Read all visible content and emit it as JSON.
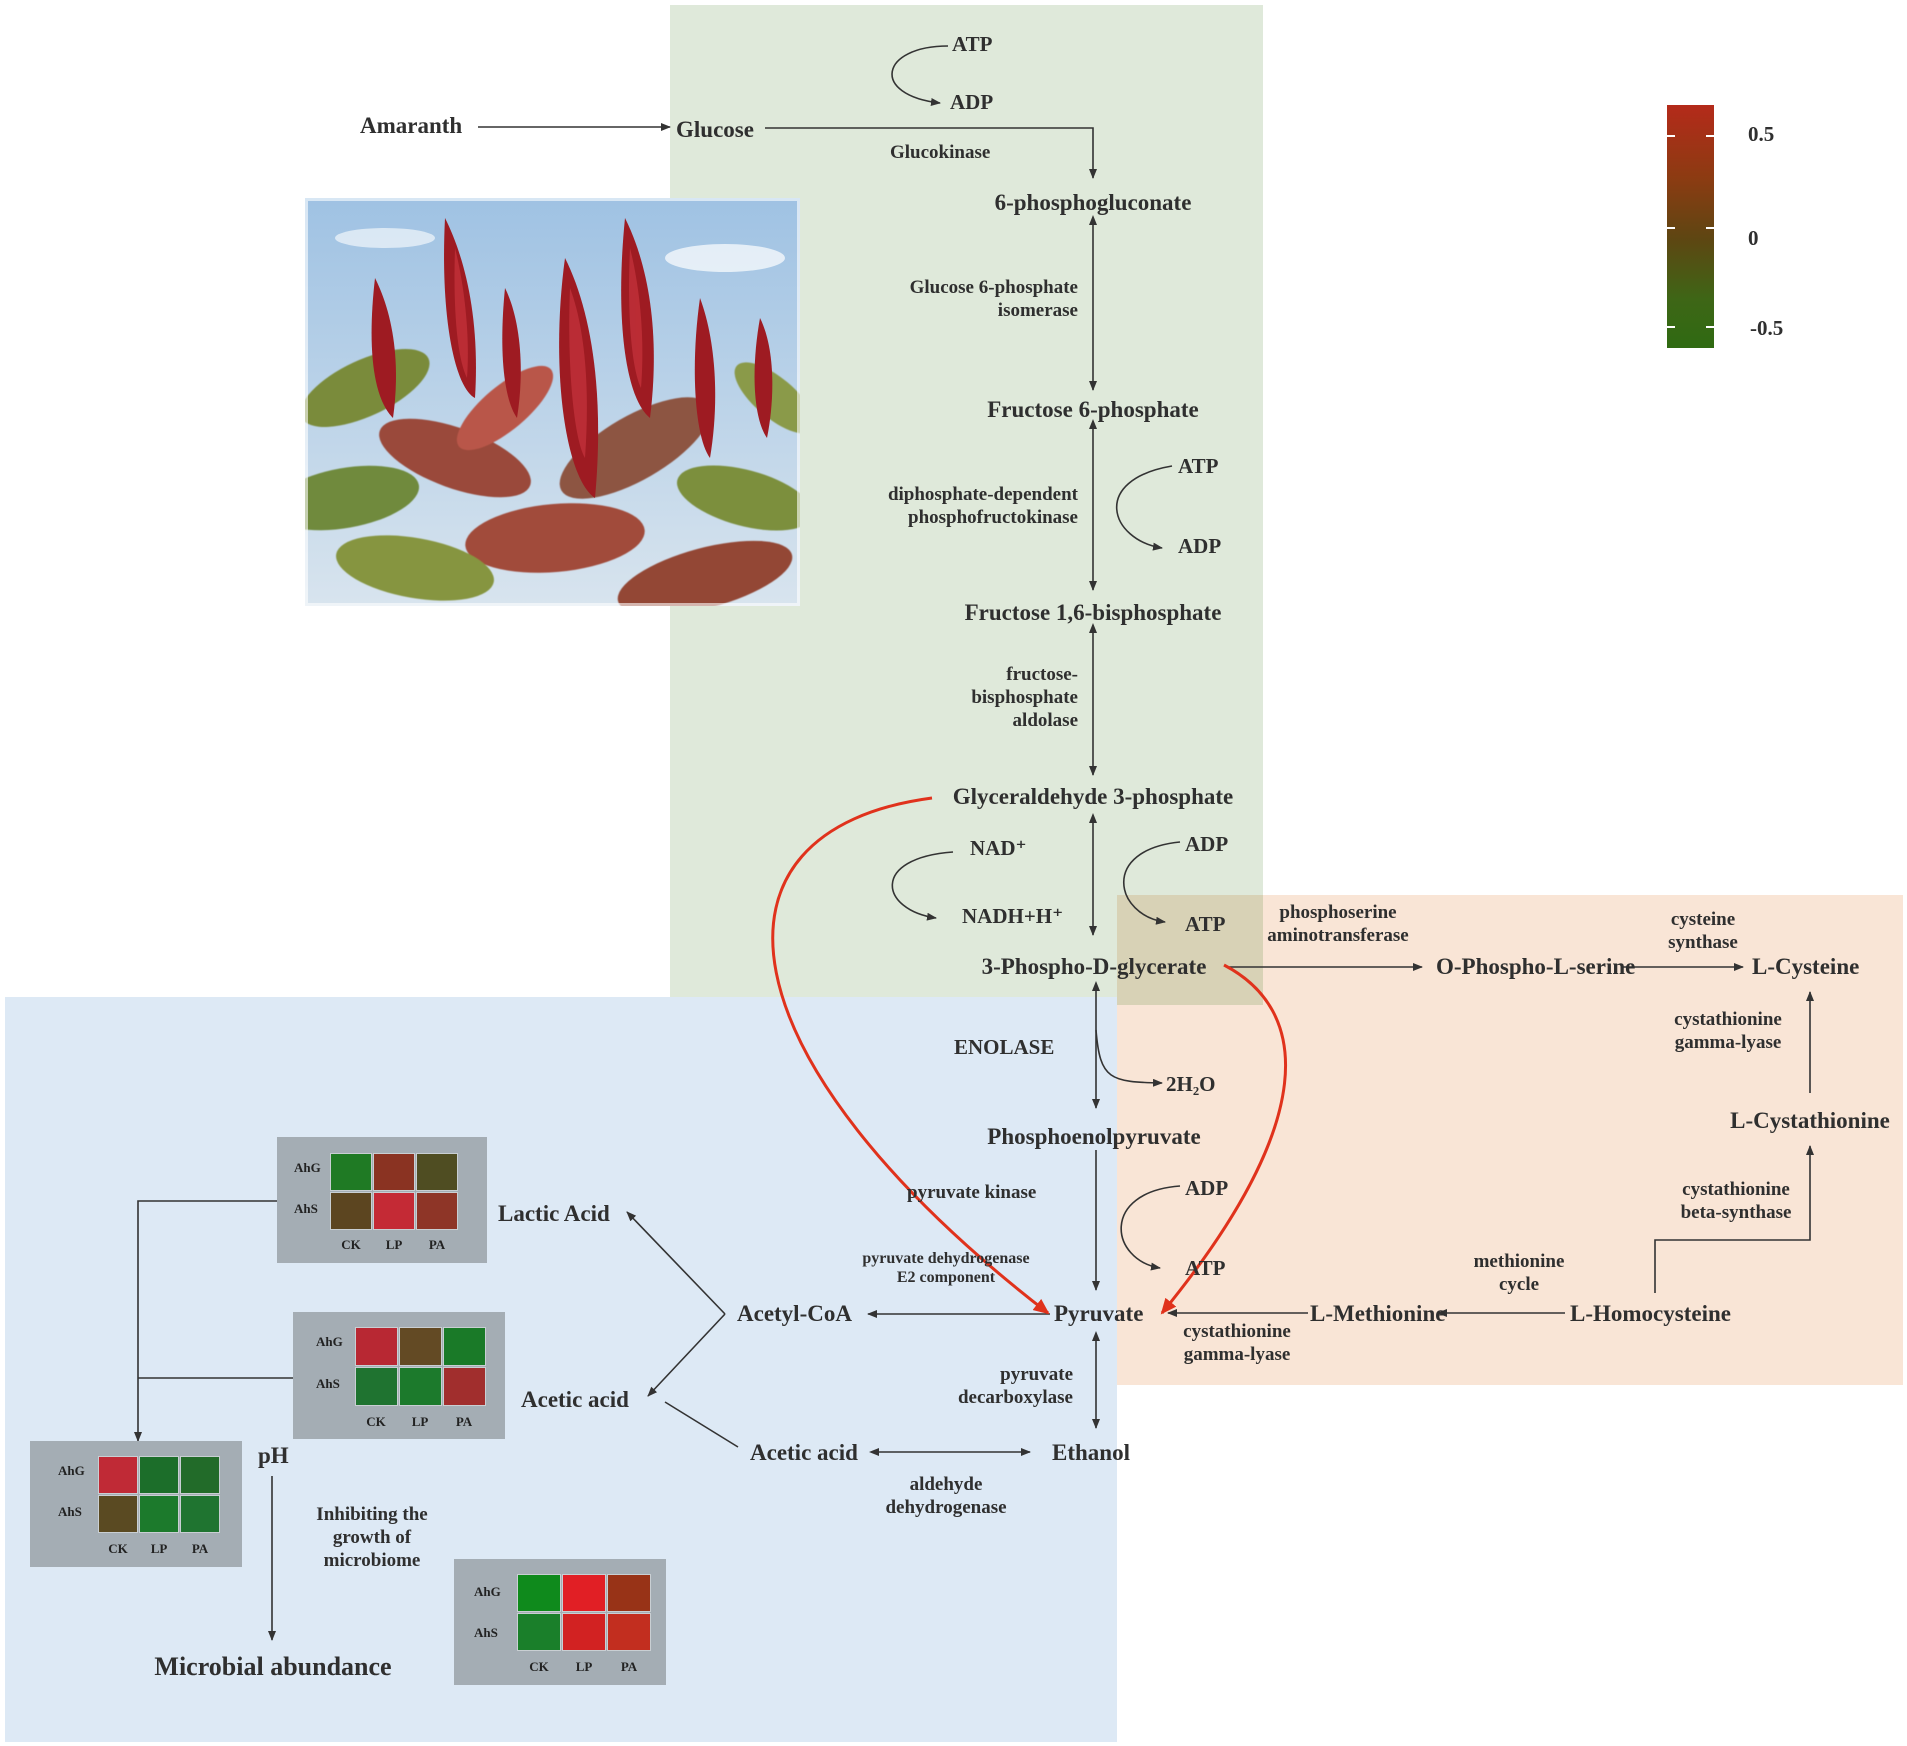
{
  "source": "Amaranth",
  "glycolysis": {
    "glucose": "Glucose",
    "atp1": "ATP",
    "adp1": "ADP",
    "glucokinase": "Glucokinase",
    "p6g": "6-phosphogluconate",
    "g6pi_1": "Glucose 6-phosphate",
    "g6pi_2": "isomerase",
    "f6p": "Fructose 6-phosphate",
    "pfk_1": "diphosphate-dependent",
    "pfk_2": "phosphofructokinase",
    "atp2": "ATP",
    "adp2": "ADP",
    "f16bp": "Fructose 1,6-bisphosphate",
    "ald_1": "fructose-",
    "ald_2": "bisphosphate",
    "ald_3": "aldolase",
    "g3p": "Glyceraldehyde 3-phosphate",
    "nad": "NAD⁺",
    "nadh": "NADH+H⁺",
    "adp3": "ADP",
    "atp3": "ATP",
    "p3g": "3-Phospho-D-glycerate",
    "enolase": "ENOLASE",
    "water": "2H₂O",
    "pep": "Phosphoenolpyruvate",
    "pk": "pyruvate kinase",
    "adp4": "ADP",
    "atp4": "ATP",
    "pdh_1": "pyruvate dehydrogenase",
    "pdh_2": "E2 component",
    "pyruvate": "Pyruvate",
    "acetylcoa": "Acetyl-CoA",
    "pdc_1": "pyruvate",
    "pdc_2": "decarboxylase",
    "acetic_acid_2": "Acetic acid",
    "ethanol": "Ethanol",
    "aldh_1": "aldehyde",
    "aldh_2": "dehydrogenase",
    "lactic": "Lactic Acid",
    "acetic_acid_1": "Acetic acid"
  },
  "amino": {
    "psat_1": "phosphoserine",
    "psat_2": "aminotransferase",
    "ops": "O-Phospho-L-serine",
    "cs_1": "cysteine",
    "cs_2": "synthase",
    "cys": "L-Cysteine",
    "cgl_1": "cystathionine",
    "cgl_2": "gamma-lyase",
    "cysta": "L-Cystathionine",
    "cbs_1": "cystathionine",
    "cbs_2": "beta-synthase",
    "met_cycle_1": "methionine",
    "met_cycle_2": "cycle",
    "met": "L-Methionine",
    "hcy": "L-Homocysteine",
    "cgl2_1": "cystathionine",
    "cgl2_2": "gamma-lyase"
  },
  "microbe": {
    "ph": "pH",
    "inhibit_1": "Inhibiting the",
    "inhibit_2": "growth of",
    "inhibit_3": "microbiome",
    "abundance": "Microbial abundance"
  },
  "color_scale": {
    "labels": [
      "0.5",
      "0",
      "-0.5"
    ],
    "high_color": "#b42a1a",
    "mid_color": "#5e4612",
    "low_color": "#2f6a12"
  },
  "heatmaps": [
    {
      "name": "lactic-acid-heatmap",
      "rows": [
        "AhG",
        "AhS"
      ],
      "cols": [
        "CK",
        "LP",
        "PA"
      ],
      "colors": [
        [
          "#1f7a24",
          "#8a3322",
          "#4f4d22"
        ],
        [
          "#5c4520",
          "#c42a35",
          "#8e3527"
        ]
      ]
    },
    {
      "name": "acetic-acid-heatmap",
      "rows": [
        "AhG",
        "AhS"
      ],
      "cols": [
        "CK",
        "LP",
        "PA"
      ],
      "colors": [
        [
          "#b82833",
          "#634a24",
          "#1a7a28"
        ],
        [
          "#1f7330",
          "#1c7a2c",
          "#a12e2d"
        ]
      ]
    },
    {
      "name": "ph-heatmap",
      "rows": [
        "AhG",
        "AhS"
      ],
      "cols": [
        "CK",
        "LP",
        "PA"
      ],
      "colors": [
        [
          "#c02a36",
          "#1c6e2a",
          "#226b29"
        ],
        [
          "#5a4a22",
          "#1c7a2c",
          "#1f7430"
        ]
      ]
    },
    {
      "name": "microbial-abundance-heatmap",
      "rows": [
        "AhG",
        "AhS"
      ],
      "cols": [
        "CK",
        "LP",
        "PA"
      ],
      "colors": [
        [
          "#0f8a1c",
          "#e11f25",
          "#983317"
        ],
        [
          "#1a7f2a",
          "#d22222",
          "#c22e1f"
        ]
      ]
    }
  ]
}
